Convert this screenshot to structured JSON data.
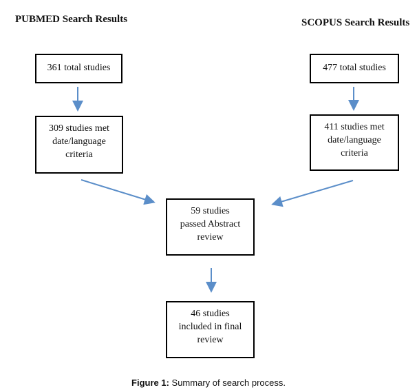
{
  "headings": {
    "left": "PUBMED Search Results",
    "right": "SCOPUS Search Results"
  },
  "boxes": {
    "pubmed_total": "361 total studies",
    "pubmed_criteria": "309 studies met\ndate/language\ncriteria",
    "scopus_total": "477 total studies",
    "scopus_criteria": "411 studies met\ndate/language\ncriteria",
    "abstract_review": "59 studies\npassed Abstract\nreview",
    "final_review": "46 studies\nincluded in final\nreview"
  },
  "caption": {
    "label": "Figure 1:",
    "text": " Summary of search process."
  },
  "colors": {
    "arrow": "#5b8ec9",
    "box_border": "#000000"
  }
}
